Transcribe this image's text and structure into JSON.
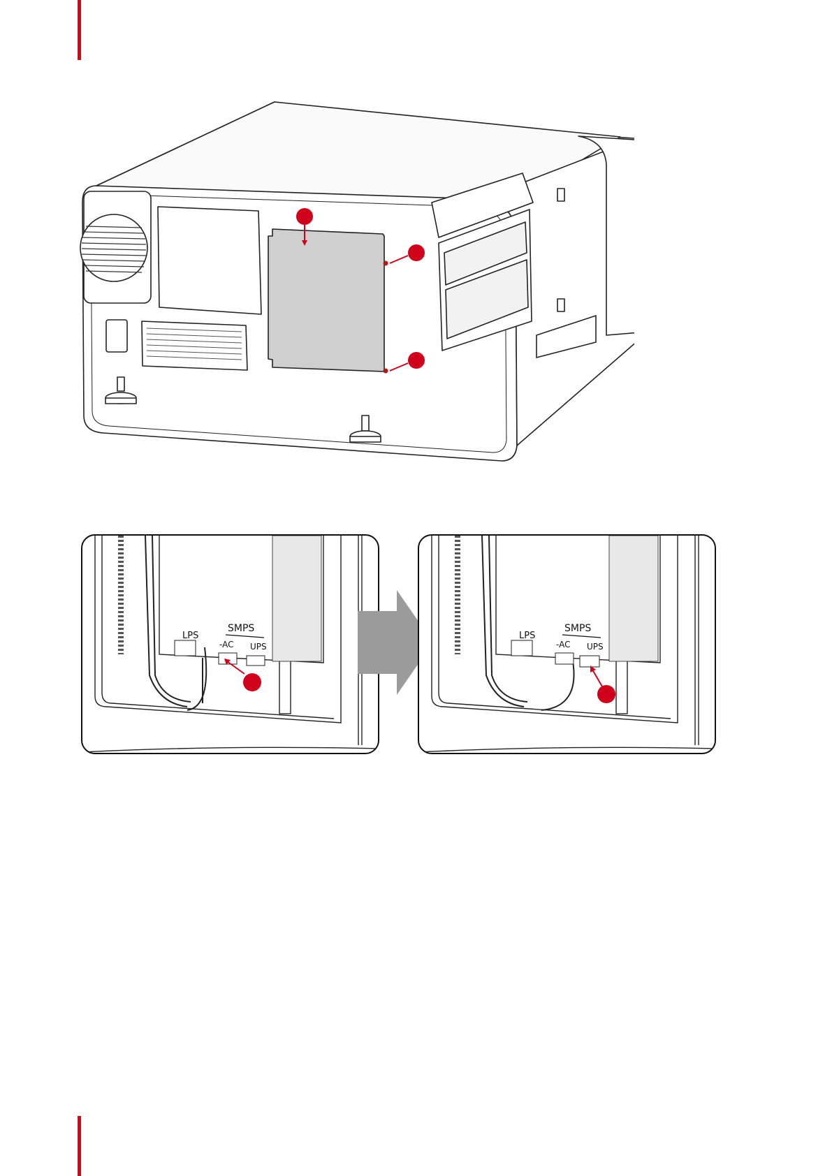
{
  "document": {
    "accent_color": "#e3000f",
    "figures": [
      {
        "id": "projector-rear-cover",
        "description_icons": [
          "projector-housing",
          "fan-grille",
          "side-cover-panel",
          "input-panel",
          "adjustable-foot"
        ],
        "callout_color": "#d0021b"
      },
      {
        "id": "smps-connector-switch",
        "detail_left": {
          "labels": {
            "lps": "LPS",
            "smps": "SMPS",
            "ac": "-AC",
            "ups": "UPS"
          }
        },
        "detail_right": {
          "labels": {
            "lps": "LPS",
            "smps": "SMPS",
            "ac": "-AC",
            "ups": "UPS"
          }
        },
        "transition_arrow_color": "#9b9b9b"
      }
    ]
  }
}
